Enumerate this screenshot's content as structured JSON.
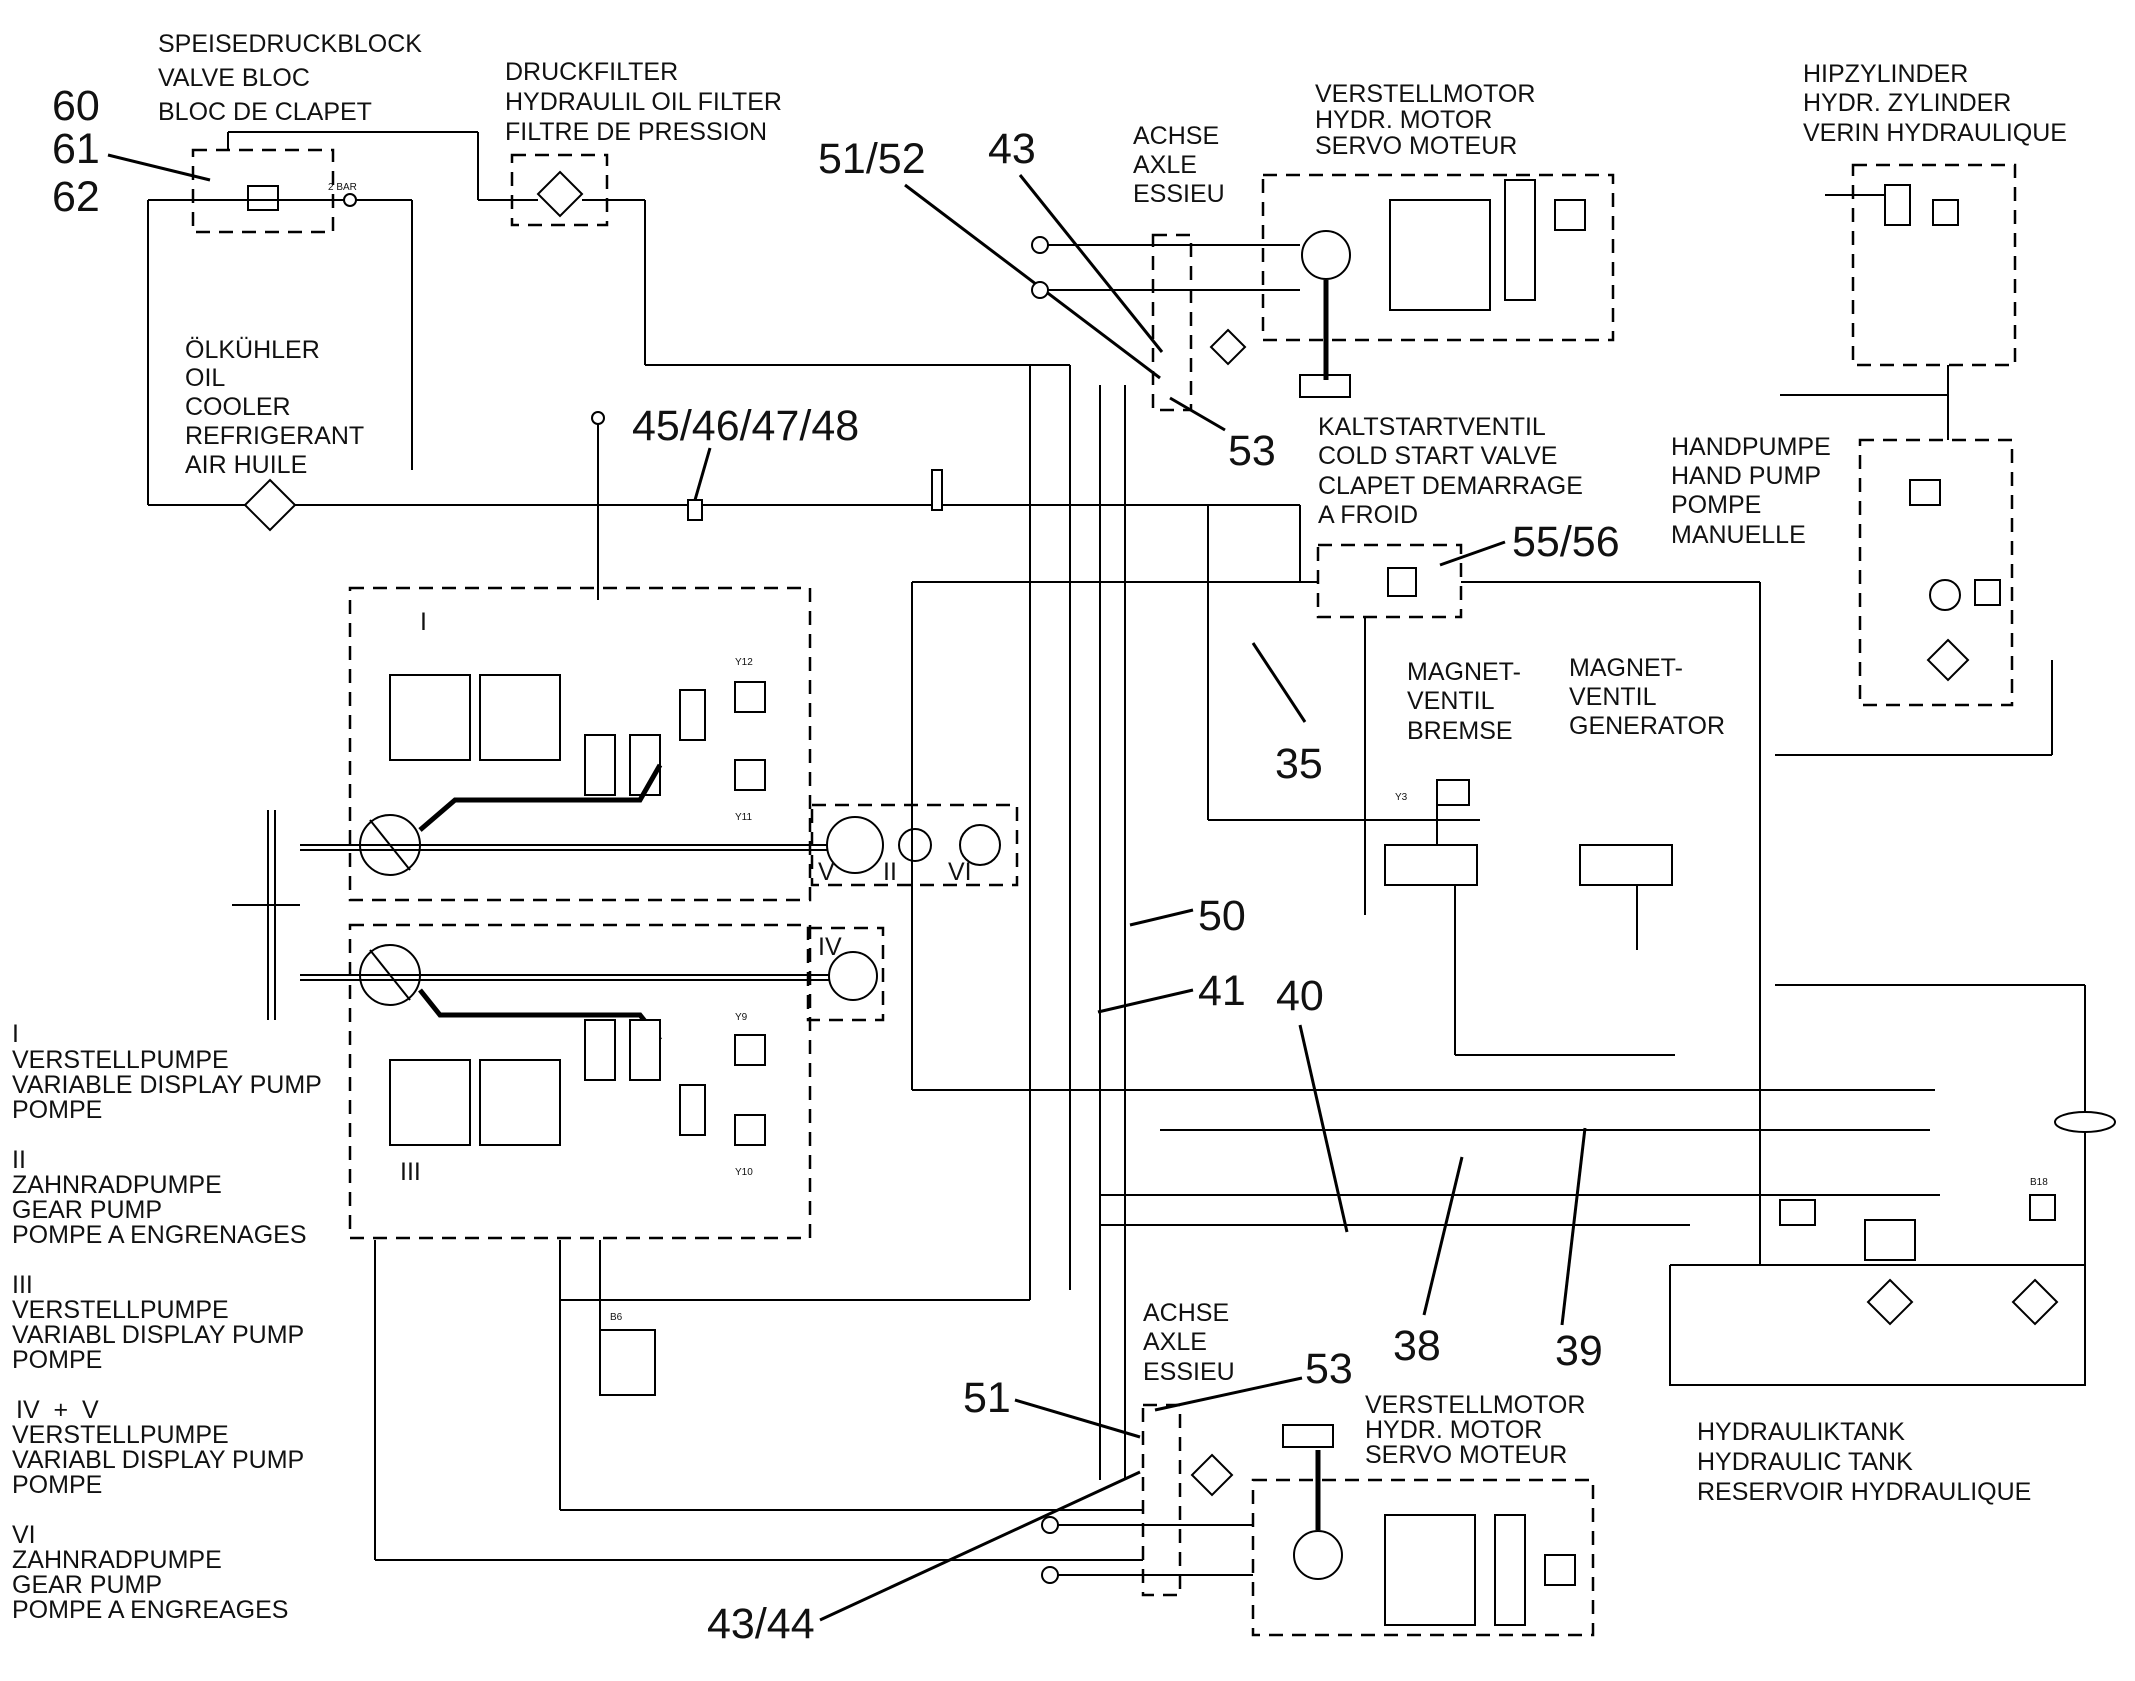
{
  "labels": {
    "valve_bloc": [
      "SPEISEDRUCKBLOCK",
      "VALVE BLOC",
      "BLOC DE CLAPET"
    ],
    "pressure_filter": [
      "DRUCKFILTER",
      "HYDRAULIL OIL FILTER",
      "FILTRE DE PRESSION"
    ],
    "axle_top": [
      "ACHSE",
      "AXLE",
      "ESSIEU"
    ],
    "servo_motor_top": [
      "VERSTELLMOTOR",
      "HYDR. MOTOR",
      "SERVO MOTEUR"
    ],
    "lift_cylinder": [
      "HIPZYLINDER",
      "HYDR. ZYLINDER",
      "VERIN HYDRAULIQUE"
    ],
    "oil_cooler": [
      "ÖLKÜHLER",
      "OIL",
      "COOLER",
      "REFRIGERANT",
      "AIR HUILE"
    ],
    "cold_start_valve": [
      "KALTSTARTVENTIL",
      "COLD START VALVE",
      "CLAPET DEMARRAGE",
      "A FROID"
    ],
    "hand_pump": [
      "HANDPUMPE",
      "HAND PUMP",
      "POMPE",
      "MANUELLE"
    ],
    "solenoid_brake": [
      "MAGNET-",
      "VENTIL",
      "BREMSE"
    ],
    "solenoid_generator": [
      "MAGNET-",
      "VENTIL",
      "GENERATOR"
    ],
    "axle_bottom": [
      "ACHSE",
      "AXLE",
      "ESSIEU"
    ],
    "servo_motor_bottom": [
      "VERSTELLMOTOR",
      "HYDR. MOTOR",
      "SERVO MOTEUR"
    ],
    "hydraulic_tank": [
      "HYDRAULIKTANK",
      "HYDRAULIC TANK",
      "RESERVOIR HYDRAULIQUE"
    ]
  },
  "legend": [
    {
      "id": "I",
      "lines": [
        "VERSTELLPUMPE",
        "VARIABLE DISPLAY PUMP",
        "POMPE"
      ]
    },
    {
      "id": "II",
      "lines": [
        "ZAHNRADPUMPE",
        "GEAR PUMP",
        "POMPE A ENGRENAGES"
      ]
    },
    {
      "id": "III",
      "lines": [
        "VERSTELLPUMPE",
        "VARIABL DISPLAY PUMP",
        "POMPE"
      ]
    },
    {
      "id": "IV  +  V",
      "lines": [
        "VERSTELLPUMPE",
        "VARIABL DISPLAY PUMP",
        "POMPE"
      ]
    },
    {
      "id": "VI",
      "lines": [
        "ZAHNRADPUMPE",
        "GEAR PUMP",
        "POMPE A ENGREAGES"
      ]
    }
  ],
  "callouts": {
    "c60": "60",
    "c61": "61",
    "c62": "62",
    "c51_52": "51/52",
    "c43": "43",
    "c53_top": "53",
    "c45_48": "45/46/47/48",
    "c55_56": "55/56",
    "c35": "35",
    "c50": "50",
    "c41": "41",
    "c40": "40",
    "c38": "38",
    "c39": "39",
    "c51": "51",
    "c53_bottom": "53",
    "c43_44": "43/44"
  },
  "pump_marks": {
    "I": "I",
    "II": "II",
    "III": "III",
    "IV": "IV",
    "V": "V",
    "VI": "VI"
  },
  "small_text": {
    "bar2": "2 BAR",
    "y12": "Y12",
    "y11": "Y11",
    "y9": "Y9",
    "y10": "Y10",
    "y3": "Y3",
    "b6": "B6",
    "b18": "B18"
  }
}
